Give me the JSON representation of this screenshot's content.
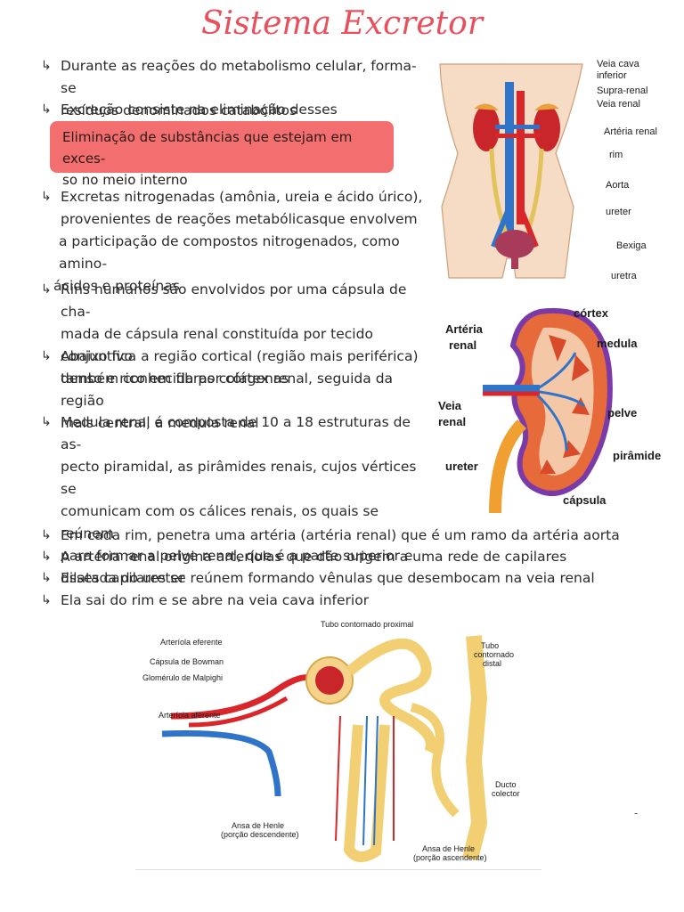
{
  "title": "Sistema Excretor",
  "bullets": [
    {
      "lines": [
        "Durante as reações do metabolismo celular, forma-se",
        "resíduos denominados catabólitos"
      ]
    },
    {
      "lines": [
        "Excreção consiste na eliminação desses catabólitos"
      ]
    },
    {
      "lines": [
        "Excretas nitrogenadas (amônia, ureia e ácido úrico),",
        "provenientes de reações metabólicasque envolvem",
        "a participação de compostos nitrogenados, como amino-",
        "ácidos e proteínas"
      ]
    },
    {
      "lines": [
        "Rins humanos são envolvidos por uma cápsula de cha-",
        "mada de cápsula renal constituída por tecido conjuntivo",
        "denso e rico em fibras colágenas"
      ]
    },
    {
      "lines": [
        " Abaixo fica a região cortical (região mais periférica)",
        "também conhecida por córtex renal, seguida da região",
        "mais central, a medula renal"
      ]
    },
    {
      "lines": [
        "Medula renal é composta de 10 a 18 estruturas de as-",
        "pecto piramidal, as pirâmides renais, cujos vértices se",
        "comunicam com os cálices renais, os quais se reúnem",
        "para formar a pelve renal, que é a parte superior e",
        "dilatada do ureter"
      ]
    },
    {
      "lines": [
        "Em cada rim, penetra uma artéria (artéria renal) que é um ramo da artéria aorta"
      ]
    },
    {
      "lines": [
        " A artéria renal origina arteríolas que dão origem a uma rede de capilares"
      ]
    },
    {
      "lines": [
        "Esses capilares se reúnem formando vênulas que desembocam na veia renal"
      ]
    },
    {
      "lines": [
        " Ela sai do rim e se abre na veia cava inferior"
      ]
    }
  ],
  "highlight": {
    "lines": [
      "Eliminação de substâncias que estejam em exces-",
      "so no meio interno"
    ]
  },
  "fig_body": {
    "labels": [
      "Veia cava",
      "inferior",
      "Supra-renal",
      "Veia renal",
      "Artéria renal",
      "rim",
      "Aorta",
      "ureter",
      "Bexiga",
      "uretra"
    ]
  },
  "fig_kidney": {
    "labels": [
      "Artéria",
      "renal",
      "córtex",
      "medula",
      "Veia",
      "renal",
      "pelve",
      "pirâmide",
      "ureter",
      "cápsula"
    ]
  },
  "fig_nephron": {
    "labels": [
      "Tubo contornado proximal",
      "Arteríola eferente",
      "Cápsula de Bowman",
      "Glomérulo de Malpighi",
      "Arteríola aferente",
      "Tubo",
      "contornado",
      "distal",
      "Ducto",
      "colector",
      "Ansa de Henle",
      "(porção descendente)",
      "Ansa de Henle",
      "(porção ascendente)"
    ]
  },
  "colors": {
    "title": "#e8505b",
    "highlight": "#f36e6e",
    "artery": "#d9262b",
    "vein": "#2f74c8",
    "tubule": "#f2cf72"
  },
  "bullet_icon": "arrow-curve-icon",
  "dash": "-"
}
